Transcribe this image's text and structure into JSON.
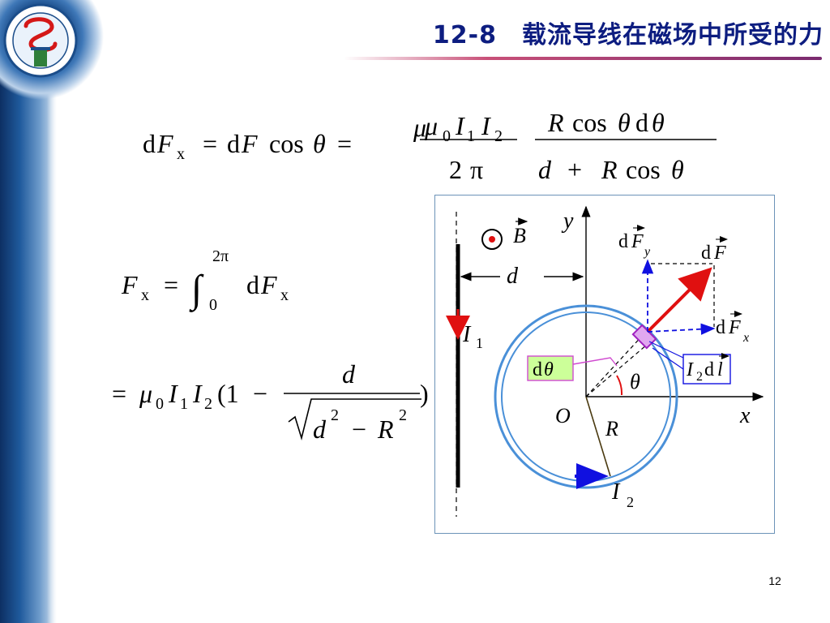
{
  "slide": {
    "title": "12-8　载流导线在磁场中所受的力",
    "page_number": "12"
  },
  "eq1": {
    "lhs_d": "d",
    "lhs_F": "F",
    "lhs_sub": "x",
    "eq_sign": "=",
    "dF": "d",
    "F": "F",
    "cos": "cos",
    "theta": "θ",
    "num_mu": "μ",
    "num_0": "0",
    "num_I1": "I",
    "num_1": "1",
    "num_I2": "I",
    "num_2": "2",
    "den_two": "2",
    "den_pi": "π",
    "num2_R": "R",
    "num2_cos": "cos",
    "num2_theta": "θ",
    "num2_d": "d",
    "num2_theta2": "θ",
    "den2_d": "d",
    "den2_plus": "+",
    "den2_R": "R",
    "den2_cos": "cos",
    "den2_theta": "θ"
  },
  "eq2": {
    "F": "F",
    "sub": "x",
    "eq_sign": "=",
    "integral": "∫",
    "upper": "2π",
    "lower": "0",
    "d": "d",
    "F2": "F",
    "sub2": "x"
  },
  "eq3": {
    "eq_sign": "=",
    "mu": "μ",
    "zero": "0",
    "I1": "I",
    "one": "1",
    "I2": "I",
    "two": "2",
    "open": "(1",
    "minus": "−",
    "num_d": "d",
    "den_d": "d",
    "den_sq": "2",
    "den_minus": "−",
    "den_R": "R",
    "den_sq2": "2",
    "close": ")"
  },
  "figure": {
    "B_label": "B",
    "y_label": "y",
    "x_label": "x",
    "d_label": "d",
    "I1_label": "I",
    "I1_sub": "1",
    "I2_label": "I",
    "I2_sub": "2",
    "O_label": "O",
    "R_label": "R",
    "theta_label": "θ",
    "dtheta_d": "d",
    "dtheta_theta": "θ",
    "dF_d": "d",
    "dF_F": "F",
    "dFy_d": "d",
    "dFy_F": "F",
    "dFy_sub": "y",
    "dFx_d": "d",
    "dFx_F": "F",
    "dFx_sub": "x",
    "Idl_I": "I",
    "Idl_sub": "2",
    "Idl_d": "d",
    "Idl_l": "l",
    "colors": {
      "ring": "#4a90d8",
      "force": "#e01010",
      "component": "#1010e0",
      "label_box": "#ccff99"
    }
  }
}
